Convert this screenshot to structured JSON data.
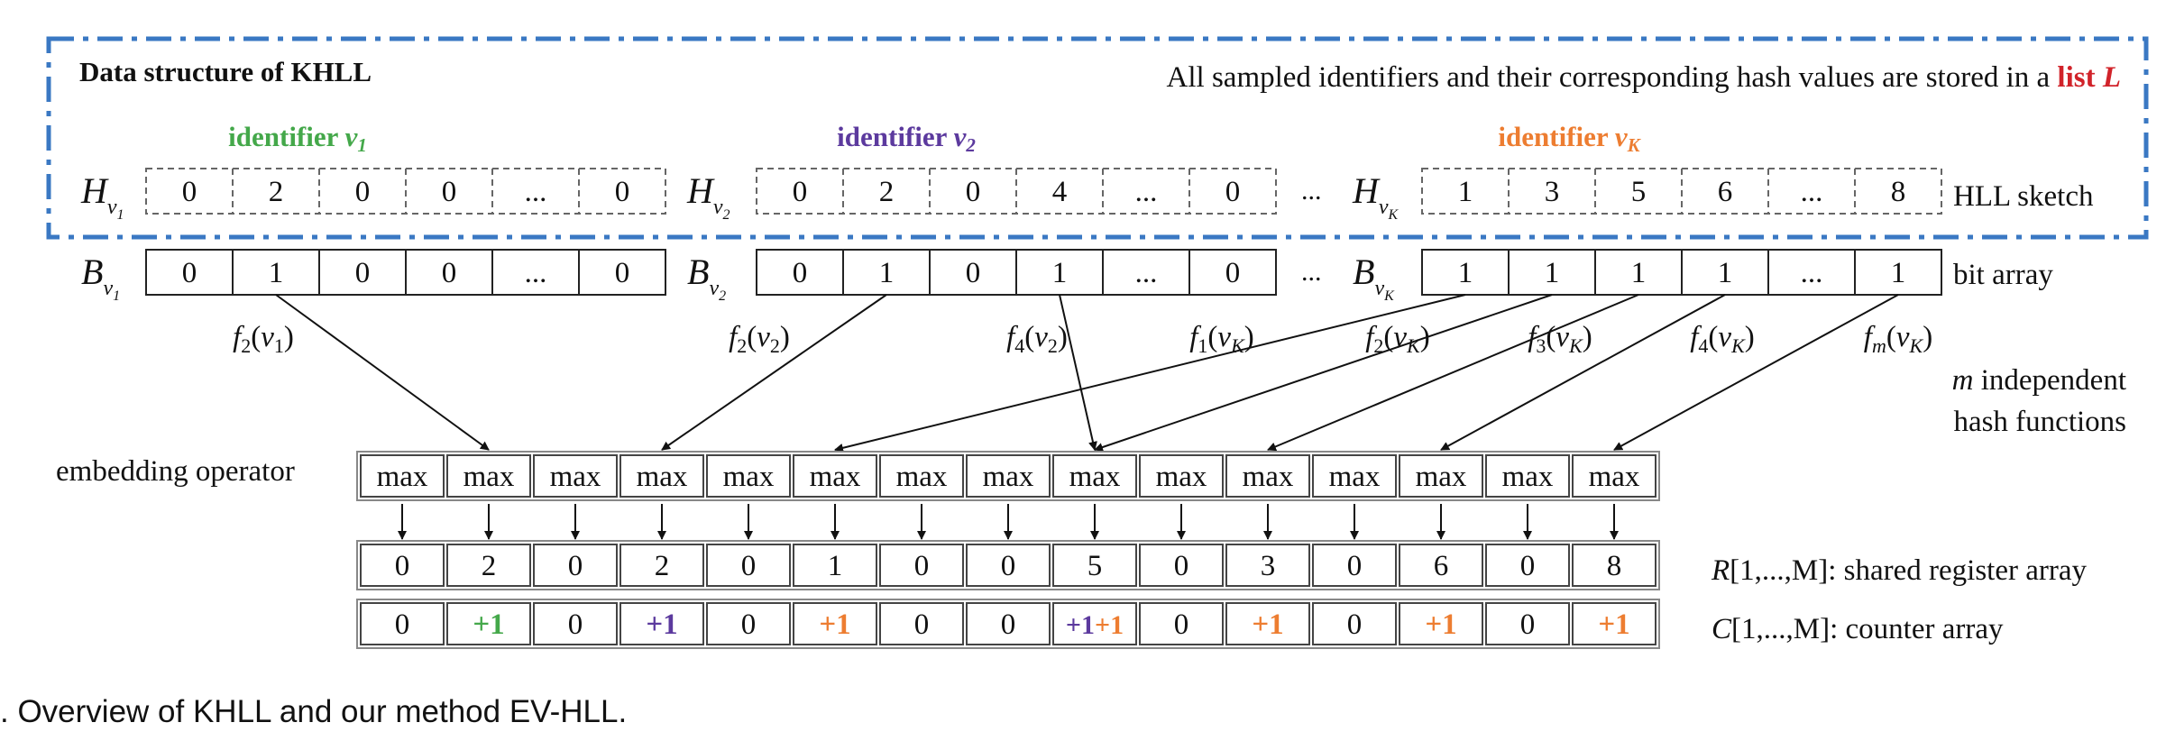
{
  "colors": {
    "frame_blue": "#3a78c3",
    "green": "#44a84a",
    "purple": "#5c3a9e",
    "orange": "#ed7d31",
    "red": "#d1232a",
    "black": "#111111",
    "cell_border": "#666666"
  },
  "frame": {
    "title": "Data structure of KHLL",
    "list_note_prefix": "All sampled identifiers and their corresponding hash values are stored in a ",
    "list_note_highlight": "list",
    "list_note_symbol": "L"
  },
  "identifiers": [
    {
      "label_text": "identifier ",
      "label_var": "v",
      "label_sub": "1",
      "color": "green"
    },
    {
      "label_text": "identifier ",
      "label_var": "v",
      "label_sub": "2",
      "color": "purple"
    },
    {
      "label_text": "identifier ",
      "label_var": "v",
      "label_sub": "K",
      "color": "orange"
    }
  ],
  "hll_sketches": [
    {
      "letter": "H",
      "sub_var": "v",
      "sub_sub": "1",
      "cells": [
        "0",
        "2",
        "0",
        "0",
        "...",
        "0"
      ]
    },
    {
      "letter": "H",
      "sub_var": "v",
      "sub_sub": "2",
      "cells": [
        "0",
        "2",
        "0",
        "4",
        "...",
        "0"
      ]
    },
    {
      "letter": "H",
      "sub_var": "v",
      "sub_sub": "K",
      "cells": [
        "1",
        "3",
        "5",
        "6",
        "...",
        "8"
      ]
    }
  ],
  "bit_arrays": [
    {
      "letter": "B",
      "sub_var": "v",
      "sub_sub": "1",
      "cells": [
        "0",
        "1",
        "0",
        "0",
        "...",
        "0"
      ]
    },
    {
      "letter": "B",
      "sub_var": "v",
      "sub_sub": "2",
      "cells": [
        "0",
        "1",
        "0",
        "1",
        "...",
        "0"
      ]
    },
    {
      "letter": "B",
      "sub_var": "v",
      "sub_sub": "K",
      "cells": [
        "1",
        "1",
        "1",
        "1",
        "...",
        "1"
      ]
    }
  ],
  "ellipsis": "...",
  "hll_sketch_label": "HLL sketch",
  "bit_array_label": "bit array",
  "hash_labels": [
    {
      "f": "f",
      "fsub": "2",
      "arg": "v",
      "argsub": "1"
    },
    {
      "f": "f",
      "fsub": "2",
      "arg": "v",
      "argsub": "2"
    },
    {
      "f": "f",
      "fsub": "4",
      "arg": "v",
      "argsub": "2"
    },
    {
      "f": "f",
      "fsub": "1",
      "arg": "v",
      "argsub": "K"
    },
    {
      "f": "f",
      "fsub": "2",
      "arg": "v",
      "argsub": "K"
    },
    {
      "f": "f",
      "fsub": "3",
      "arg": "v",
      "argsub": "K"
    },
    {
      "f": "f",
      "fsub": "4",
      "arg": "v",
      "argsub": "K"
    },
    {
      "f": "f",
      "fsub": "m",
      "arg": "v",
      "argsub": "K"
    }
  ],
  "hash_functions_note": {
    "var": "m",
    "line1_rest": " independent",
    "line2": "hash functions"
  },
  "embedding_label": "embedding operator",
  "max_cells": [
    "max",
    "max",
    "max",
    "max",
    "max",
    "max",
    "max",
    "max",
    "max",
    "max",
    "max",
    "max",
    "max",
    "max",
    "max"
  ],
  "register_values": [
    "0",
    "2",
    "0",
    "2",
    "0",
    "1",
    "0",
    "0",
    "5",
    "0",
    "3",
    "0",
    "6",
    "0",
    "8"
  ],
  "register_label": {
    "var": "R",
    "rest": "[1,...,M]: shared register array"
  },
  "counter_values": [
    [
      {
        "t": "0",
        "c": "black"
      }
    ],
    [
      {
        "t": "+1",
        "c": "green"
      }
    ],
    [
      {
        "t": "0",
        "c": "black"
      }
    ],
    [
      {
        "t": "+1",
        "c": "purple"
      }
    ],
    [
      {
        "t": "0",
        "c": "black"
      }
    ],
    [
      {
        "t": "+1",
        "c": "orange"
      }
    ],
    [
      {
        "t": "0",
        "c": "black"
      }
    ],
    [
      {
        "t": "0",
        "c": "black"
      }
    ],
    [
      {
        "t": "+1",
        "c": "purple"
      },
      {
        "t": "+1",
        "c": "orange"
      }
    ],
    [
      {
        "t": "0",
        "c": "black"
      }
    ],
    [
      {
        "t": "+1",
        "c": "orange"
      }
    ],
    [
      {
        "t": "0",
        "c": "black"
      }
    ],
    [
      {
        "t": "+1",
        "c": "orange"
      }
    ],
    [
      {
        "t": "0",
        "c": "black"
      }
    ],
    [
      {
        "t": "+1",
        "c": "orange"
      }
    ]
  ],
  "counter_label": {
    "var": "C",
    "rest": "[1,...,M]: counter array"
  },
  "caption": ". Overview of KHLL and our method EV-HLL."
}
